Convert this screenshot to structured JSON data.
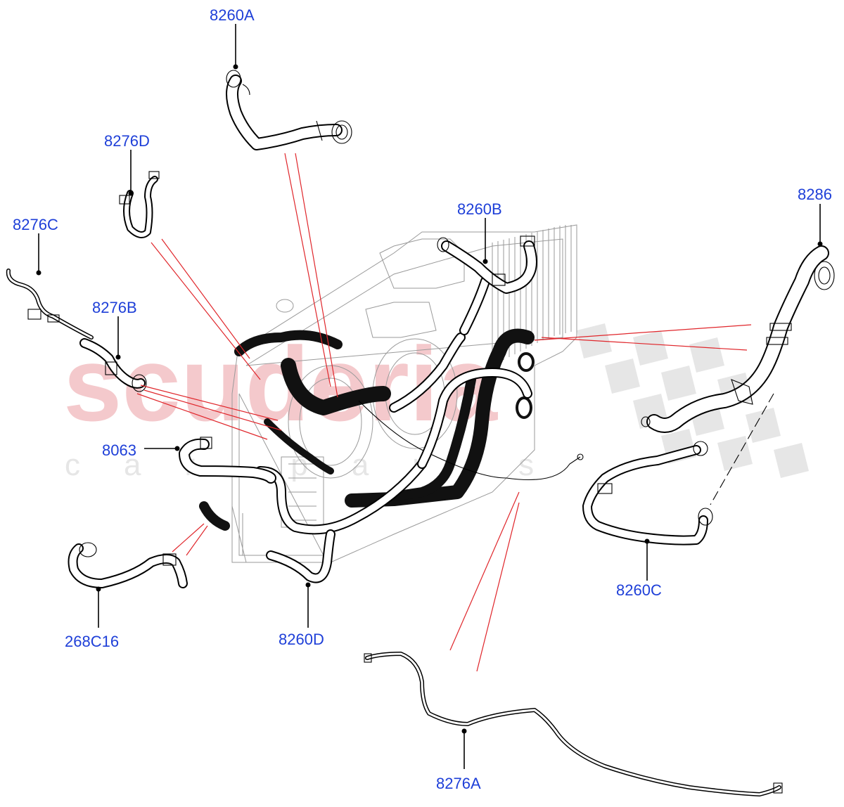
{
  "watermark": {
    "brand": "scuderia",
    "sub": "car parts"
  },
  "callouts": [
    {
      "id": "8260A",
      "text": "8260A"
    },
    {
      "id": "8276D",
      "text": "8276D"
    },
    {
      "id": "8276C",
      "text": "8276C"
    },
    {
      "id": "8276B",
      "text": "8276B"
    },
    {
      "id": "8260B",
      "text": "8260B"
    },
    {
      "id": "8286",
      "text": "8286"
    },
    {
      "id": "8063",
      "text": "8063"
    },
    {
      "id": "8260C",
      "text": "8260C"
    },
    {
      "id": "268C16",
      "text": "268C16"
    },
    {
      "id": "8260D",
      "text": "8260D"
    },
    {
      "id": "8276A",
      "text": "8276A"
    }
  ],
  "colors": {
    "callout_text": "#1e3fd8",
    "leader_red": "#e0262b",
    "watermark_red": "#f4c9cc",
    "watermark_checker": "#e3e3e3"
  }
}
